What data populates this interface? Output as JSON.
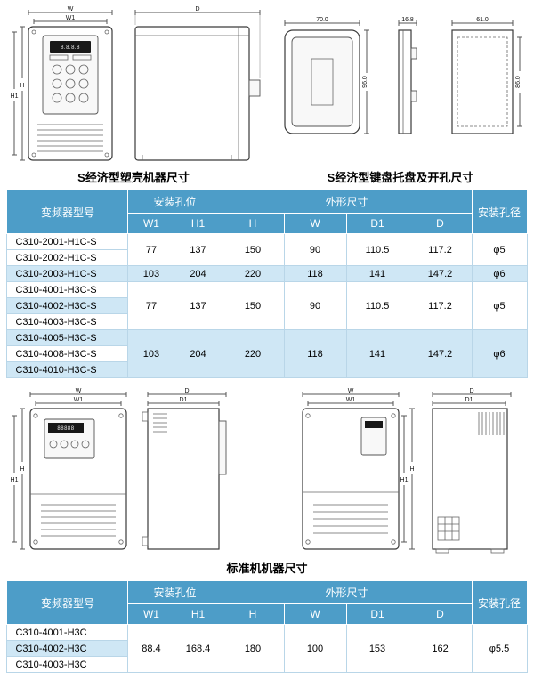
{
  "captions": {
    "s_plastic": "S经济型塑壳机器尺寸",
    "s_keypad": "S经济型键盘托盘及开孔尺寸",
    "standard": "标准机机器尺寸"
  },
  "dim_labels": {
    "w": "W",
    "w1": "W1",
    "h": "H",
    "h1": "H1",
    "d": "D",
    "d1": "D1"
  },
  "keypad_dims": {
    "tray_width": "70.0",
    "tray_height": "96.0",
    "tray_depth": "16.8",
    "cutout_width": "61.0",
    "cutout_height": "86.0"
  },
  "led_text": {
    "s_display": "8.8.8.8",
    "std_display": "88888"
  },
  "table_s": {
    "headers": {
      "model": "变频器型号",
      "mount": "安装孔位",
      "outline": "外形尺寸",
      "hole": "安装孔径"
    },
    "sub_headers": [
      "W1",
      "H1",
      "H",
      "W",
      "D1",
      "D"
    ],
    "groups": [
      {
        "models": [
          "C310-2001-H1C-S",
          "C310-2002-H1C-S"
        ],
        "values": [
          "77",
          "137",
          "150",
          "90",
          "110.5",
          "117.2",
          "φ5"
        ]
      },
      {
        "models": [
          "C310-2003-H1C-S"
        ],
        "values": [
          "103",
          "204",
          "220",
          "118",
          "141",
          "147.2",
          "φ6"
        ]
      },
      {
        "models": [
          "C310-4001-H3C-S",
          "C310-4002-H3C-S",
          "C310-4003-H3C-S"
        ],
        "values": [
          "77",
          "137",
          "150",
          "90",
          "110.5",
          "117.2",
          "φ5"
        ]
      },
      {
        "models": [
          "C310-4005-H3C-S",
          "C310-4008-H3C-S",
          "C310-4010-H3C-S"
        ],
        "values": [
          "103",
          "204",
          "220",
          "118",
          "141",
          "147.2",
          "φ6"
        ]
      }
    ]
  },
  "table_std": {
    "headers": {
      "model": "变频器型号",
      "mount": "安装孔位",
      "outline": "外形尺寸",
      "hole": "安装孔径"
    },
    "sub_headers": [
      "W1",
      "H1",
      "H",
      "W",
      "D1",
      "D"
    ],
    "groups": [
      {
        "models": [
          "C310-4001-H3C",
          "C310-4002-H3C",
          "C310-4003-H3C"
        ],
        "values": [
          "88.4",
          "168.4",
          "180",
          "100",
          "153",
          "162",
          "φ5.5"
        ]
      }
    ]
  },
  "colors": {
    "header_bg": "#4d9dc8",
    "alt_row_bg": "#cfe7f5"
  }
}
